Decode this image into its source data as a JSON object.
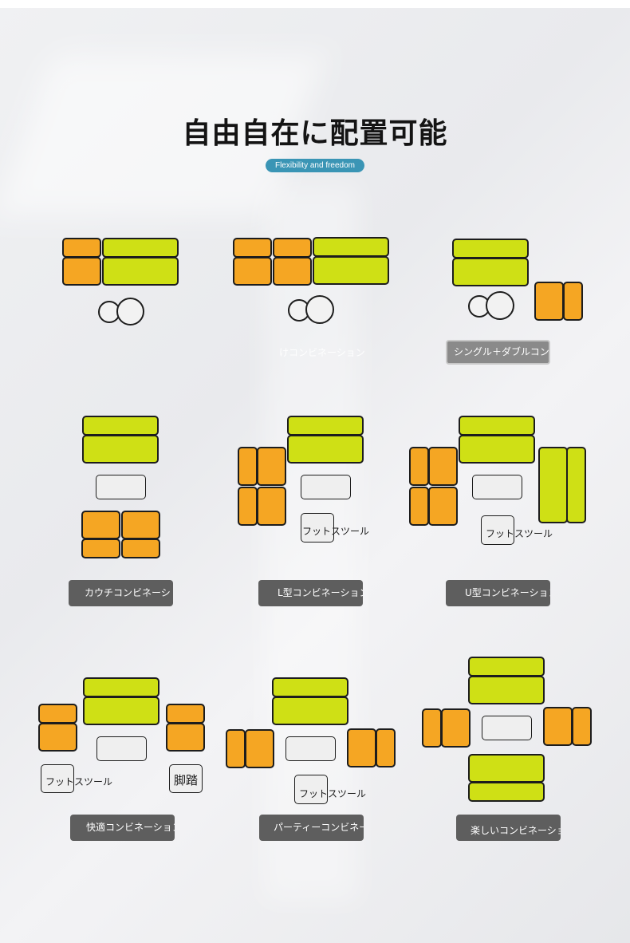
{
  "header": {
    "title": "自由自在に配置可能",
    "subtitle": "Flexibility and freedom"
  },
  "captions": {
    "c2": "けコンビネーション",
    "c3": "シングル＋ダブルコン",
    "c4": "カウチコンビネーシ",
    "c5": "L型コンビネーション",
    "c6": "U型コンビネーション",
    "c7": "快適コンビネーション",
    "c8": "パーティーコンビネーション",
    "c9": "楽しいコンビネーション"
  },
  "ottoman_label": "フットスツール",
  "footrest_label": "脚踏",
  "colors": {
    "orange_module": "#f5a623",
    "green_module": "#cfe015",
    "caption_bg": "#5e5e5e",
    "subtitle_bg": "#3a95b5"
  }
}
